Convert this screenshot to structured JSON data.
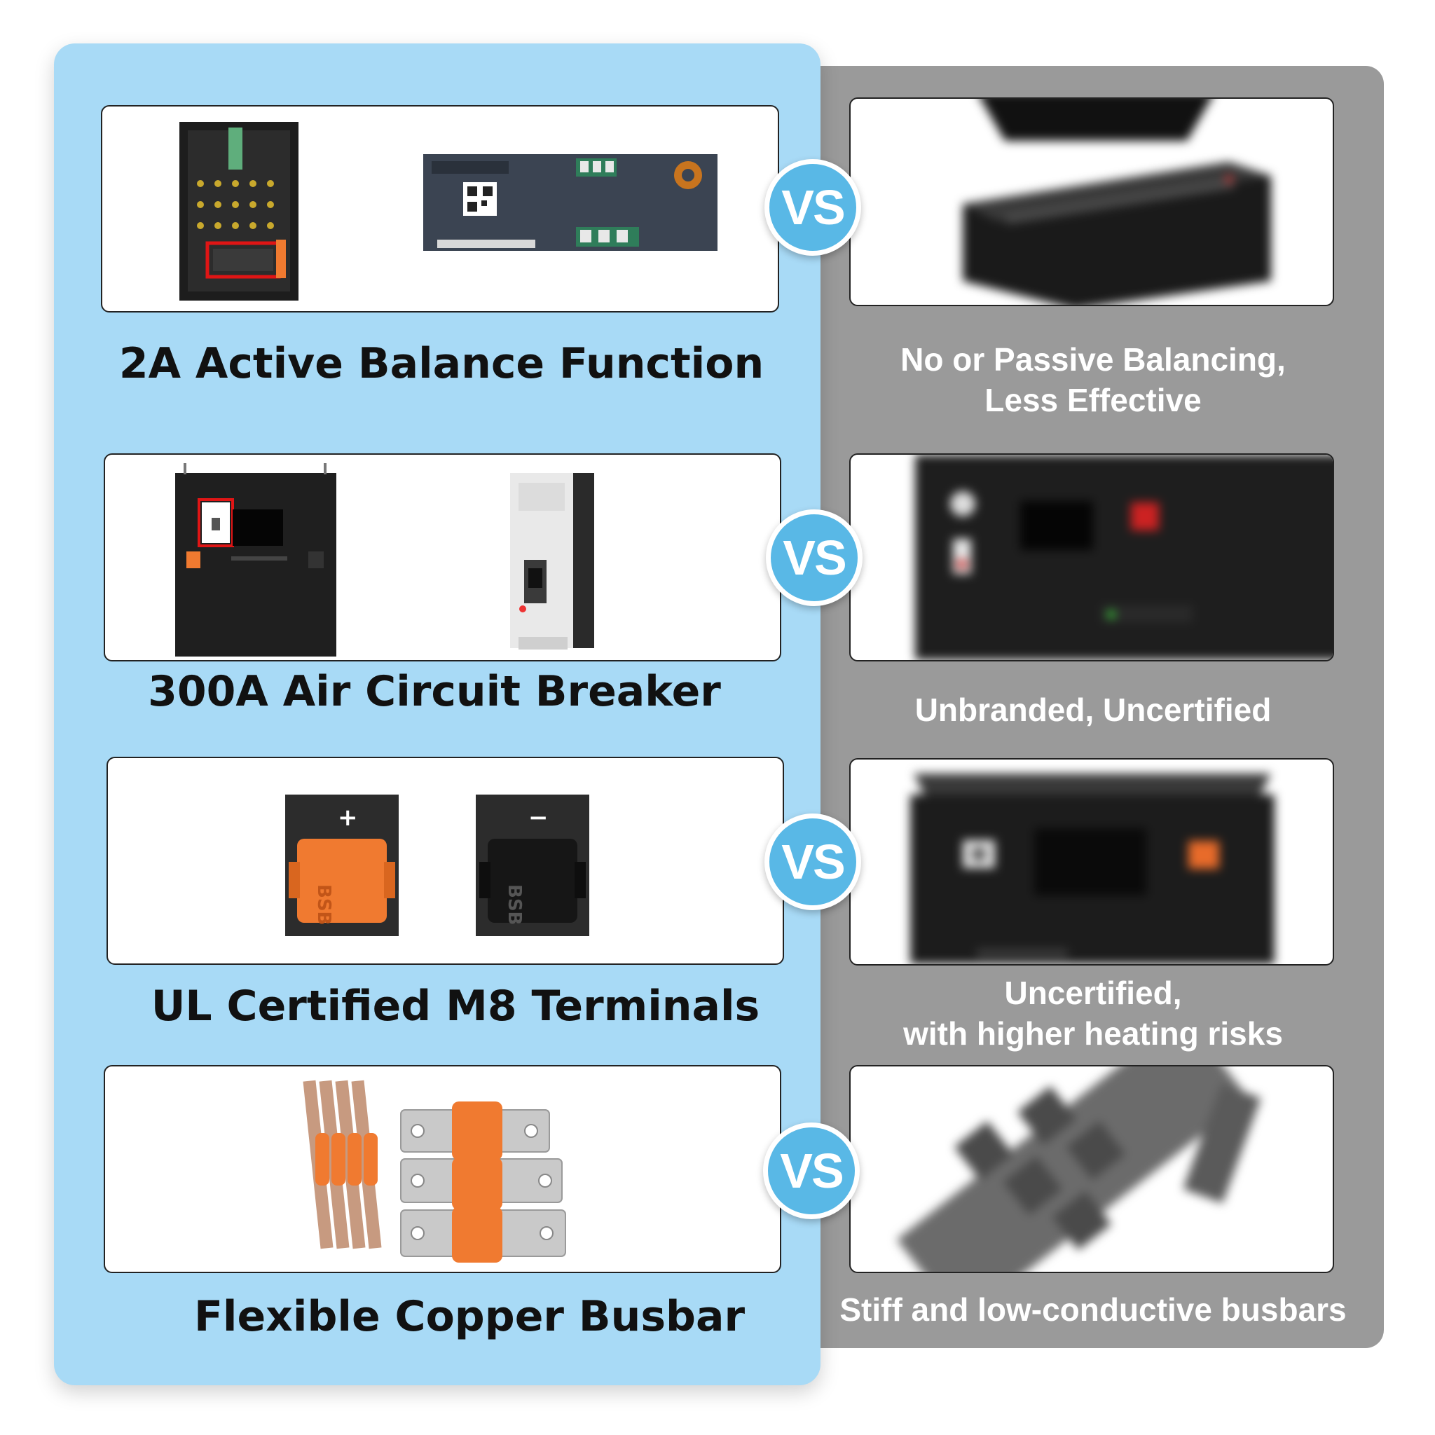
{
  "vs_label": "VS",
  "colors": {
    "blue_panel": "#a8daf6",
    "gray_panel": "#9a9a9a",
    "vs_badge": "#59b8e6",
    "accent_orange": "#f07a30"
  },
  "rows": [
    {
      "feature": "2A Active Balance Function",
      "competitor": [
        "No or Passive Balancing,",
        "Less Effective"
      ]
    },
    {
      "feature": "300A Air Circuit Breaker",
      "competitor": [
        "Unbranded, Uncertified"
      ]
    },
    {
      "feature": "UL Certified M8 Terminals",
      "competitor": [
        "Uncertified,",
        "with higher heating risks"
      ]
    },
    {
      "feature": "Flexible Copper Busbar",
      "competitor": [
        "Stiff and low-conductive busbars"
      ]
    }
  ],
  "terminals": {
    "positive_symbol": "+",
    "negative_symbol": "−",
    "brand": "BSB"
  }
}
